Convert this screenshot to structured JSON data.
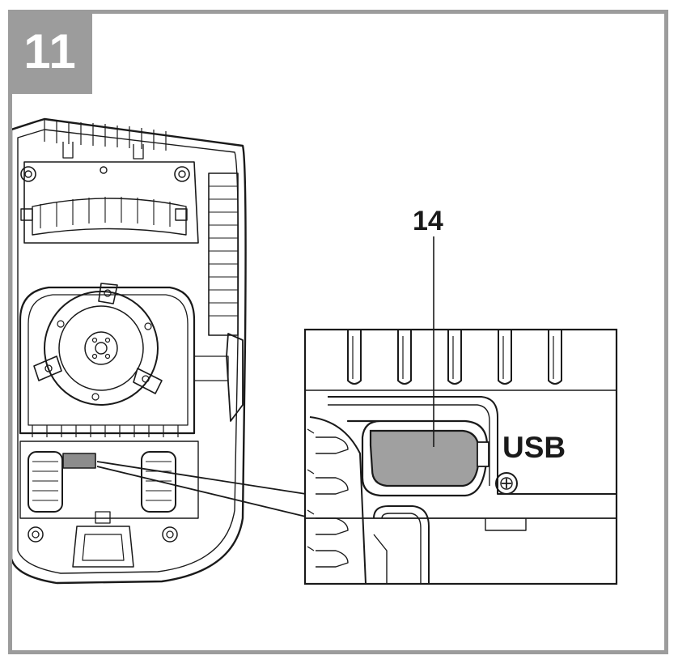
{
  "step": {
    "number": "11"
  },
  "callouts": {
    "part_number": "14",
    "port_label": "USB"
  },
  "colors": {
    "frame": "#9c9c9c",
    "port": "#a0a0a0",
    "line": "#1a1a1a"
  }
}
